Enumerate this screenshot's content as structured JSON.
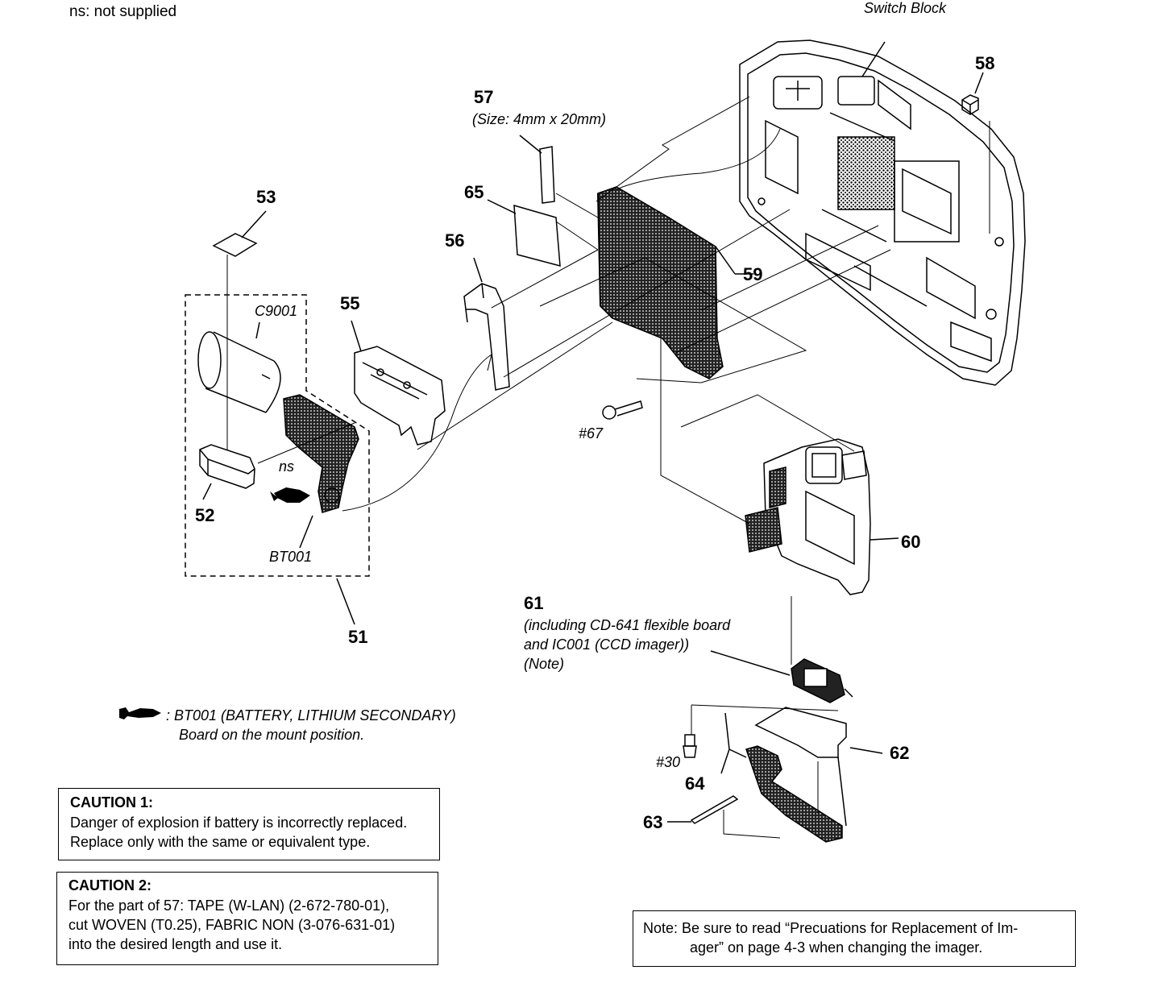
{
  "header": {
    "ns_note": "ns: not supplied",
    "switch_block": "Switch Block"
  },
  "parts": {
    "p51": "51",
    "p52": "52",
    "p53": "53",
    "p55": "55",
    "p56": "56",
    "p57": "57",
    "p57_size": "(Size: 4mm x 20mm)",
    "p58": "58",
    "p59": "59",
    "p60": "60",
    "p61": "61",
    "p61_desc1": "(including CD-641 flexible board",
    "p61_desc2": "and IC001 (CCD imager))",
    "p61_desc3": "(Note)",
    "p62": "62",
    "p63": "63",
    "p64": "64",
    "p65": "65",
    "screw30": "#30",
    "screw67": "#67",
    "c9001": "C9001",
    "ns": "ns",
    "bt001": "BT001"
  },
  "legend": {
    "line1": ": BT001 (BATTERY, LITHIUM SECONDARY)",
    "line2": "Board on the mount position."
  },
  "caution1": {
    "title": "CAUTION 1:",
    "line1": "Danger of explosion if battery is incorrectly replaced.",
    "line2": "Replace only with the same or equivalent type."
  },
  "caution2": {
    "title": "CAUTION 2:",
    "line1": "For the part of 57:  TAPE (W-LAN) (2-672-780-01),",
    "line2": "cut WOVEN (T0.25), FABRIC NON (3-076-631-01)",
    "line3": "into the desired length and use it."
  },
  "note": {
    "line1": "Note:  Be sure to read “Precuations for Replacement of Im-",
    "line2": "ager” on page 4-3 when changing the imager."
  }
}
